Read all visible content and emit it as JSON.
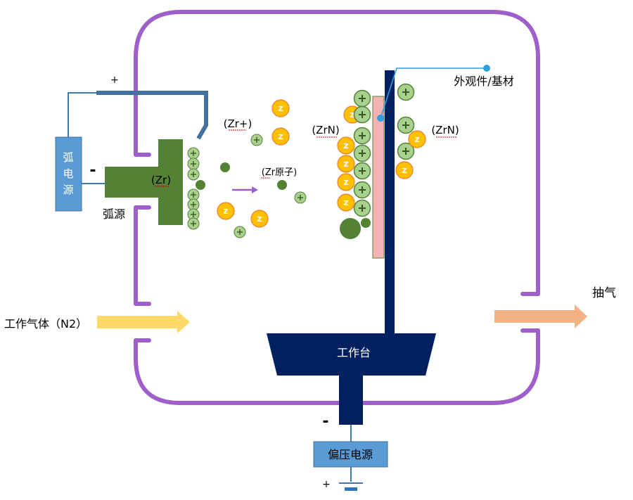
{
  "labels": {
    "arc_power": [
      "弧",
      "电",
      "源"
    ],
    "arc_minus": "-",
    "arc_plus": "+",
    "arc_source": "弧源",
    "target": "(Zr)",
    "zr_ion": "(Zr+)",
    "zr_atom": "(Zr原子)",
    "zrn_left": "(ZrN)",
    "zrn_right": "(ZrN)",
    "substrate": "外观件/基材",
    "gas_in": "工作气体（N2）",
    "exhaust": "抽气",
    "worktable": "工作台",
    "bias_minus": "-",
    "bias_power": "偏压电源",
    "bias_plus": "+"
  },
  "symbols": {
    "plus": "+",
    "z": "Z"
  },
  "colors": {
    "chamber": "#9E5FCB",
    "wire": "#4178B0",
    "power_box": "#5B9BD5",
    "target": "#538135",
    "ion_fill": "#A9D18E",
    "atom_fill": "#548235",
    "n_fill": "#FFC000",
    "substrate": "#F4B3B3",
    "worktable": "#002060",
    "gas_arrow": "#FFD966",
    "exhaust_arrow": "#F4B183",
    "accent_line": "#2E9FE0"
  }
}
